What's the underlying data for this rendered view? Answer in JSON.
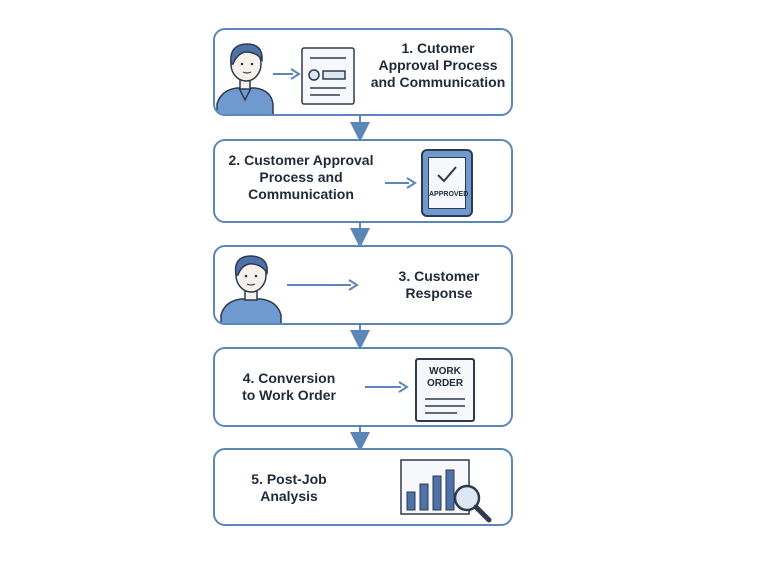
{
  "diagram": {
    "steps": [
      {
        "label_lines": [
          "1.  Cutomer",
          "Approval Process",
          "and Communication"
        ]
      },
      {
        "label_lines": [
          "2. Customer Approval",
          "Process and",
          "Communication"
        ],
        "badge": "APPROVED"
      },
      {
        "label_lines": [
          "3. Customer",
          "Response"
        ]
      },
      {
        "label_lines": [
          "4. Conversion",
          "to Work Order"
        ],
        "doc_title_lines": [
          "WORK",
          "ORDER"
        ]
      },
      {
        "label_lines": [
          "5. Post-Job",
          "Analysis"
        ]
      }
    ]
  },
  "colors": {
    "accent": "#5b87b8",
    "fill_light": "#dce7f4",
    "icon_blue": "#6f9ad0",
    "line_dark": "#2e3a4d"
  },
  "icons": [
    "person-icon",
    "document-icon",
    "tablet-check-icon",
    "work-order-icon",
    "bar-chart-magnifier-icon"
  ]
}
